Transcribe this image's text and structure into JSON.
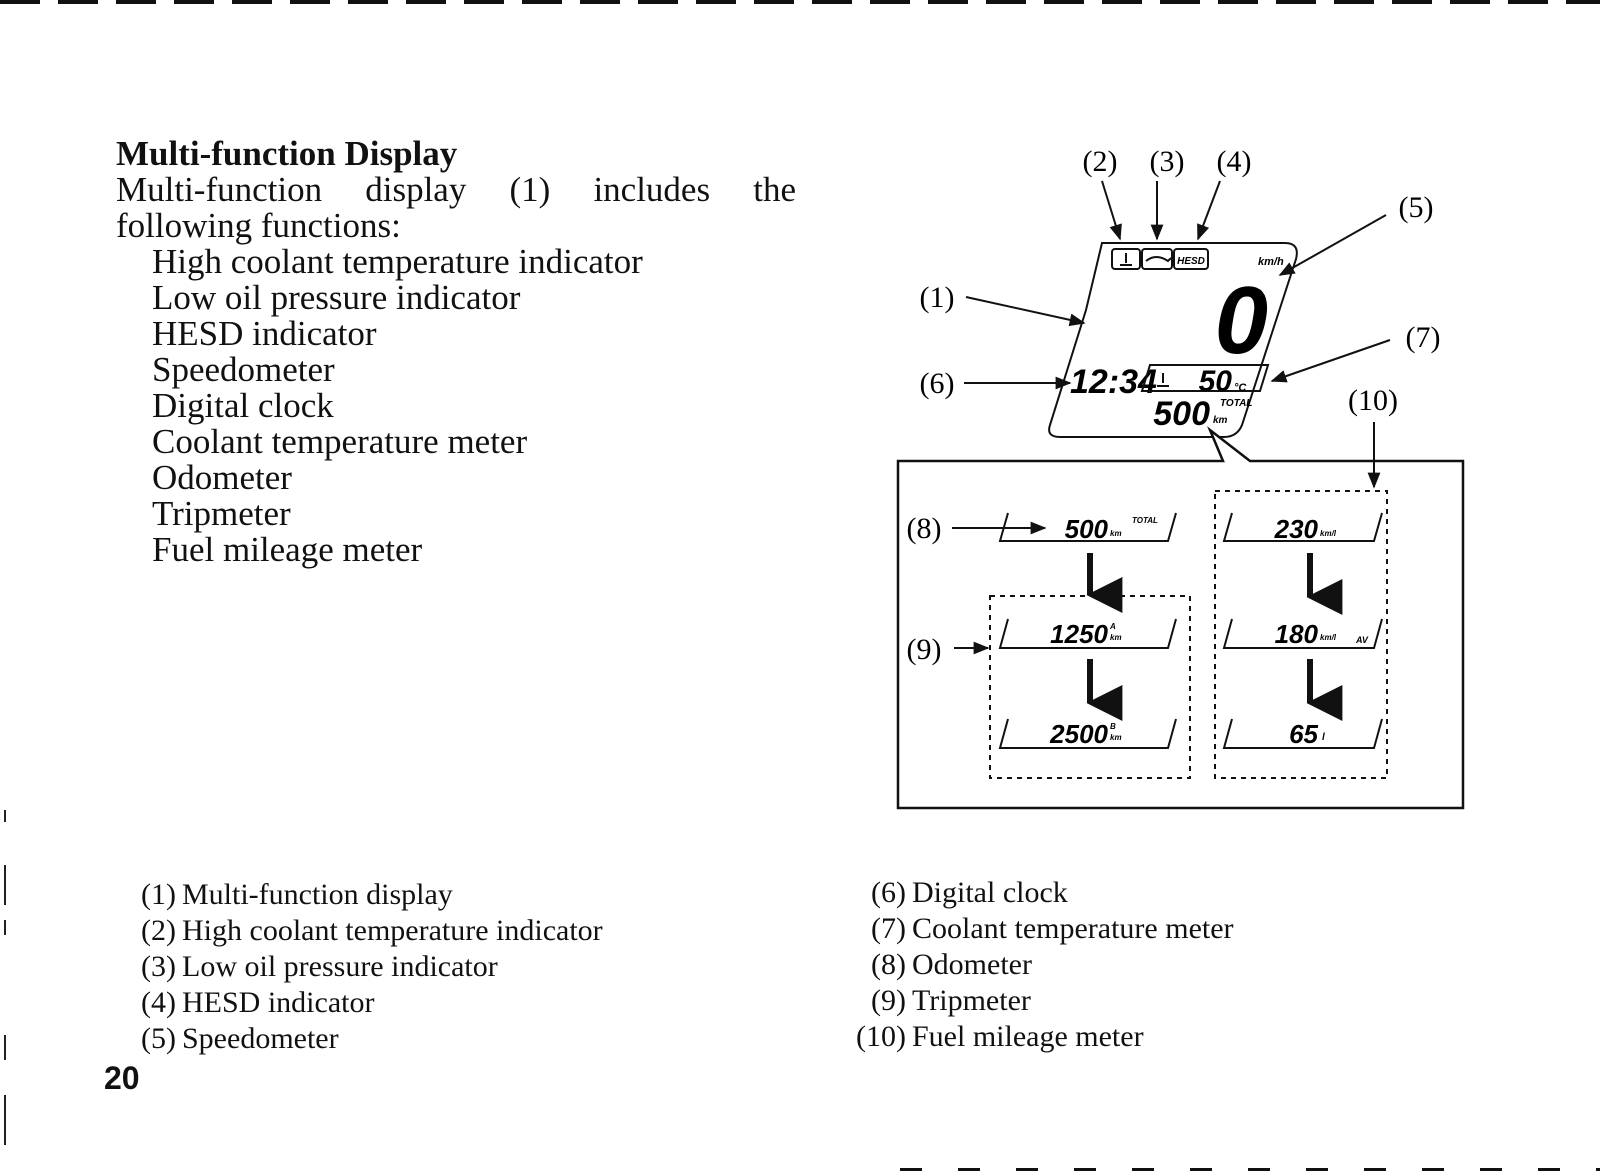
{
  "section": {
    "title": "Multi-function Display",
    "intro_line1": "Multi-function display (1) includes the",
    "intro_line2": "following functions:",
    "functions": [
      "High coolant temperature indicator",
      "Low oil pressure indicator",
      "HESD indicator",
      "Speedometer",
      "Digital clock",
      "Coolant temperature meter",
      "Odometer",
      "Tripmeter",
      "Fuel mileage meter"
    ]
  },
  "diagram": {
    "labels": [
      "(1)",
      "(2)",
      "(3)",
      "(4)",
      "(5)",
      "(6)",
      "(7)",
      "(8)",
      "(9)",
      "(10)"
    ],
    "speed_unit": "km/h",
    "speed_value": "0",
    "clock_value": "12:34",
    "temp_value": "50",
    "temp_unit": "°C",
    "hesd_badge": "HESD",
    "total_badge": "TOTAL",
    "odometer_value": "500",
    "odometer_unit": "km",
    "trip_a_value": "1250",
    "trip_b_value": "2500",
    "trip_a_letter": "A",
    "trip_b_letter": "B",
    "km_unit": "km",
    "mileage_value": "230",
    "mileage_unit": "km/l",
    "avg_mileage_value": "180",
    "avg_badge": "AV",
    "fuel_value": "65",
    "fuel_unit": "l"
  },
  "captions": {
    "left": [
      {
        "num": "(1)",
        "text": "Multi-function display"
      },
      {
        "num": "(2)",
        "text": "High coolant temperature indicator"
      },
      {
        "num": "(3)",
        "text": "Low oil pressure indicator"
      },
      {
        "num": "(4)",
        "text": "HESD indicator"
      },
      {
        "num": "(5)",
        "text": "Speedometer"
      }
    ],
    "right": [
      {
        "num": "(6)",
        "text": "Digital clock"
      },
      {
        "num": "(7)",
        "text": "Coolant temperature meter"
      },
      {
        "num": "(8)",
        "text": "Odometer"
      },
      {
        "num": "(9)",
        "text": "Tripmeter"
      },
      {
        "num": "(10)",
        "text": "Fuel mileage meter"
      }
    ]
  },
  "page_number": "20"
}
